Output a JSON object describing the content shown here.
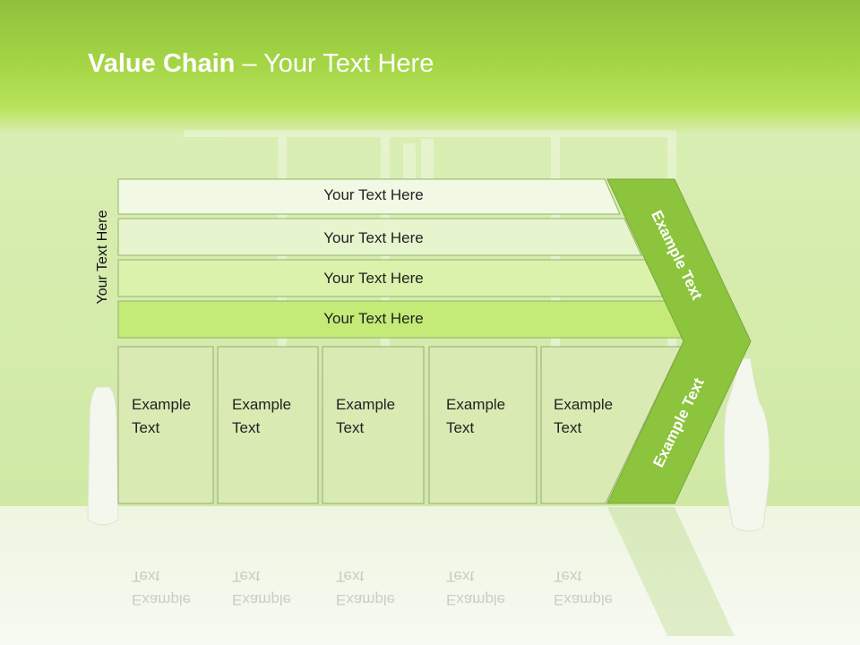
{
  "slide": {
    "title_bold": "Value Chain",
    "title_rest": " – Your Text Here"
  },
  "side_label": "Your Text Here",
  "bars": [
    {
      "label": "Your Text Here",
      "fill": "#f1f9e4"
    },
    {
      "label": "Your Text Here",
      "fill": "#e7f5cf"
    },
    {
      "label": "Your Text Here",
      "fill": "#dbf2ad"
    },
    {
      "label": "Your Text Here",
      "fill": "#c4eb78"
    }
  ],
  "boxes": [
    {
      "line1": "Example",
      "line2": "Text"
    },
    {
      "line1": "Example",
      "line2": "Text"
    },
    {
      "line1": "Example",
      "line2": "Text"
    },
    {
      "line1": "Example",
      "line2": "Text"
    },
    {
      "line1": "Example",
      "line2": "Text"
    }
  ],
  "arrow": {
    "upper_label": "Example Text",
    "lower_label": "Example Text",
    "fill": "#8cc43d"
  },
  "colors": {
    "header": "#9fd042",
    "box_fill": "#d9eab3",
    "box_border": "#9aab7a"
  }
}
